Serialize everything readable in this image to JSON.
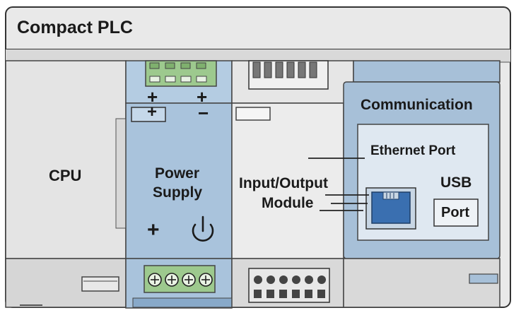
{
  "title": "Compact PLC",
  "modules": {
    "cpu": {
      "label": "CPU"
    },
    "power_supply": {
      "label_line1": "Power",
      "label_line2": "Supply",
      "top_terminal_plus_1": "+",
      "top_terminal_plus_2": "+",
      "plus_marker": "+",
      "minus_marker": "−",
      "front_plus": "+"
    },
    "io": {
      "label_line1": "Input/Output",
      "label_line2": "Module"
    },
    "communication": {
      "label": "Communication",
      "ethernet_label": "Ethernet Port",
      "usb_label": "USB",
      "port_label": "Port"
    }
  },
  "icons": [
    "power-icon",
    "ethernet-jack-icon",
    "screw-terminal-icon",
    "dip-connector-icon"
  ],
  "colors": {
    "housing": "#e6e6e6",
    "housing_dark": "#d0d0d0",
    "outline": "#333333",
    "power_blue": "#a9c3dc",
    "comm_blue": "#a7c0d8",
    "terminal_green": "#9dc98e",
    "ethernet_blue": "#3a6fb0"
  }
}
